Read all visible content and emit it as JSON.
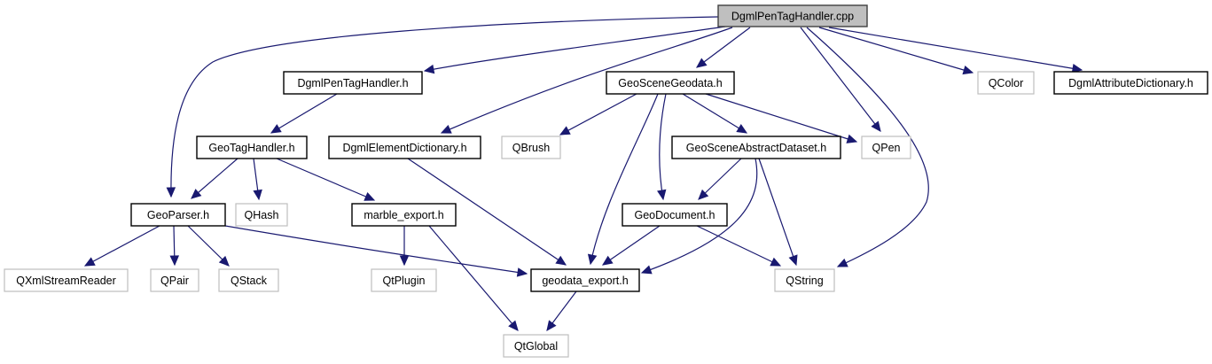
{
  "diagram": {
    "type": "include-dependency-graph",
    "colors": {
      "edge": "#191970",
      "root_fill": "#bfbfbf",
      "root_border": "#404040",
      "project_border": "#000000",
      "external_border": "#bfbfbf",
      "node_fill": "#ffffff"
    },
    "nodes": [
      {
        "id": "root",
        "label": "DgmlPenTagHandler.cpp",
        "kind": "root"
      },
      {
        "id": "dpth",
        "label": "DgmlPenTagHandler.h",
        "kind": "project"
      },
      {
        "id": "gsg",
        "label": "GeoSceneGeodata.h",
        "kind": "project"
      },
      {
        "id": "qcolor",
        "label": "QColor",
        "kind": "external"
      },
      {
        "id": "dad",
        "label": "DgmlAttributeDictionary.h",
        "kind": "project"
      },
      {
        "id": "gth",
        "label": "GeoTagHandler.h",
        "kind": "project"
      },
      {
        "id": "ded",
        "label": "DgmlElementDictionary.h",
        "kind": "project"
      },
      {
        "id": "qbrush",
        "label": "QBrush",
        "kind": "external"
      },
      {
        "id": "gsad",
        "label": "GeoSceneAbstractDataset.h",
        "kind": "project"
      },
      {
        "id": "qpen",
        "label": "QPen",
        "kind": "external"
      },
      {
        "id": "gp",
        "label": "GeoParser.h",
        "kind": "project"
      },
      {
        "id": "qhash",
        "label": "QHash",
        "kind": "external"
      },
      {
        "id": "me",
        "label": "marble_export.h",
        "kind": "project"
      },
      {
        "id": "gd",
        "label": "GeoDocument.h",
        "kind": "project"
      },
      {
        "id": "qxml",
        "label": "QXmlStreamReader",
        "kind": "external"
      },
      {
        "id": "qpair",
        "label": "QPair",
        "kind": "external"
      },
      {
        "id": "qstack",
        "label": "QStack",
        "kind": "external"
      },
      {
        "id": "qtplugin",
        "label": "QtPlugin",
        "kind": "external"
      },
      {
        "id": "ge",
        "label": "geodata_export.h",
        "kind": "project"
      },
      {
        "id": "qstring",
        "label": "QString",
        "kind": "external"
      },
      {
        "id": "qtglobal",
        "label": "QtGlobal",
        "kind": "external"
      }
    ],
    "edges": [
      {
        "from": "root",
        "to": "gp"
      },
      {
        "from": "root",
        "to": "dpth"
      },
      {
        "from": "root",
        "to": "ded"
      },
      {
        "from": "root",
        "to": "gsg"
      },
      {
        "from": "root",
        "to": "qpen"
      },
      {
        "from": "root",
        "to": "qstring"
      },
      {
        "from": "root",
        "to": "qcolor"
      },
      {
        "from": "root",
        "to": "dad"
      },
      {
        "from": "dpth",
        "to": "gth"
      },
      {
        "from": "gth",
        "to": "gp"
      },
      {
        "from": "gth",
        "to": "qhash"
      },
      {
        "from": "gth",
        "to": "me"
      },
      {
        "from": "ded",
        "to": "ge"
      },
      {
        "from": "gsg",
        "to": "qbrush"
      },
      {
        "from": "gsg",
        "to": "ge"
      },
      {
        "from": "gsg",
        "to": "gd"
      },
      {
        "from": "gsg",
        "to": "gsad"
      },
      {
        "from": "gsg",
        "to": "qpen"
      },
      {
        "from": "gsad",
        "to": "gd"
      },
      {
        "from": "gsad",
        "to": "ge"
      },
      {
        "from": "gsad",
        "to": "qstring"
      },
      {
        "from": "gp",
        "to": "qxml"
      },
      {
        "from": "gp",
        "to": "qpair"
      },
      {
        "from": "gp",
        "to": "qstack"
      },
      {
        "from": "gp",
        "to": "ge"
      },
      {
        "from": "me",
        "to": "qtplugin"
      },
      {
        "from": "me",
        "to": "qtglobal"
      },
      {
        "from": "gd",
        "to": "ge"
      },
      {
        "from": "gd",
        "to": "qstring"
      },
      {
        "from": "ge",
        "to": "qtglobal"
      }
    ]
  }
}
